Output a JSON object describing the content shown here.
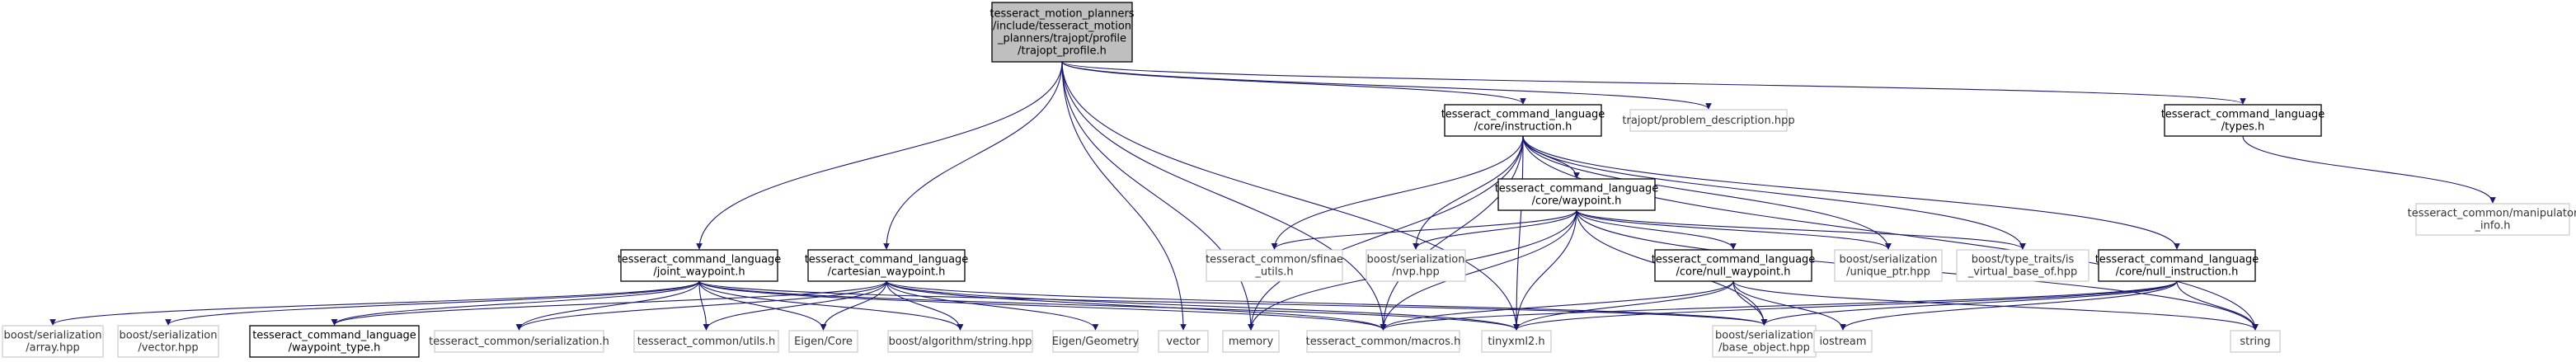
{
  "colors": {
    "edge": "#191970",
    "root_fill": "#bfbfbf",
    "normal_fill": "#ffffff",
    "normal_border": "#000000",
    "external_border": "#bfbfbf",
    "text": "#000000"
  },
  "nodes": [
    {
      "id": "root",
      "style": "root",
      "lines": [
        "tesseract_motion_planners",
        "/include/tesseract_motion",
        "_planners/trajopt/profile",
        "/trajopt_profile.h"
      ]
    },
    {
      "id": "instruction",
      "style": "normal",
      "lines": [
        "tesseract_command_language",
        "/core/instruction.h"
      ]
    },
    {
      "id": "problem_description",
      "style": "external",
      "lines": [
        "trajopt/problem_description.hpp"
      ]
    },
    {
      "id": "types",
      "style": "normal",
      "lines": [
        "tesseract_command_language",
        "/types.h"
      ]
    },
    {
      "id": "manipulator_info",
      "style": "external",
      "lines": [
        "tesseract_common/manipulator",
        "_info.h"
      ]
    },
    {
      "id": "waypoint",
      "style": "normal",
      "lines": [
        "tesseract_command_language",
        "/core/waypoint.h"
      ]
    },
    {
      "id": "sfinae_utils",
      "style": "external",
      "lines": [
        "tesseract_common/sfinae",
        "_utils.h"
      ]
    },
    {
      "id": "nvp",
      "style": "external",
      "lines": [
        "boost/serialization",
        "/nvp.hpp"
      ]
    },
    {
      "id": "joint_waypoint",
      "style": "normal",
      "lines": [
        "tesseract_command_language",
        "/joint_waypoint.h"
      ]
    },
    {
      "id": "cartesian_waypoint",
      "style": "normal",
      "lines": [
        "tesseract_command_language",
        "/cartesian_waypoint.h"
      ]
    },
    {
      "id": "null_waypoint",
      "style": "normal",
      "lines": [
        "tesseract_command_language",
        "/core/null_waypoint.h"
      ]
    },
    {
      "id": "unique_ptr",
      "style": "external",
      "lines": [
        "boost/serialization",
        "/unique_ptr.hpp"
      ]
    },
    {
      "id": "is_virtual_base_of",
      "style": "external",
      "lines": [
        "boost/type_traits/is",
        "_virtual_base_of.hpp"
      ]
    },
    {
      "id": "null_instruction",
      "style": "normal",
      "lines": [
        "tesseract_command_language",
        "/core/null_instruction.h"
      ]
    },
    {
      "id": "array",
      "style": "external",
      "lines": [
        "boost/serialization",
        "/array.hpp"
      ]
    },
    {
      "id": "vector_hpp",
      "style": "external",
      "lines": [
        "boost/serialization",
        "/vector.hpp"
      ]
    },
    {
      "id": "waypoint_type",
      "style": "normal",
      "lines": [
        "tesseract_command_language",
        "/waypoint_type.h"
      ]
    },
    {
      "id": "serialization_h",
      "style": "external",
      "lines": [
        "tesseract_common/serialization.h"
      ]
    },
    {
      "id": "utils_h",
      "style": "external",
      "lines": [
        "tesseract_common/utils.h"
      ]
    },
    {
      "id": "eigen_core",
      "style": "external",
      "lines": [
        "Eigen/Core"
      ]
    },
    {
      "id": "string_hpp",
      "style": "external",
      "lines": [
        "boost/algorithm/string.hpp"
      ]
    },
    {
      "id": "eigen_geometry",
      "style": "external",
      "lines": [
        "Eigen/Geometry"
      ]
    },
    {
      "id": "vector",
      "style": "external",
      "lines": [
        "vector"
      ]
    },
    {
      "id": "memory",
      "style": "external",
      "lines": [
        "memory"
      ]
    },
    {
      "id": "macros_h",
      "style": "external",
      "lines": [
        "tesseract_common/macros.h"
      ]
    },
    {
      "id": "tinyxml2",
      "style": "external",
      "lines": [
        "tinyxml2.h"
      ]
    },
    {
      "id": "base_object",
      "style": "external",
      "lines": [
        "boost/serialization",
        "/base_object.hpp"
      ]
    },
    {
      "id": "iostream",
      "style": "external",
      "lines": [
        "iostream"
      ]
    },
    {
      "id": "string",
      "style": "external",
      "lines": [
        "string"
      ]
    }
  ],
  "edges": [
    [
      "root",
      "instruction"
    ],
    [
      "root",
      "problem_description"
    ],
    [
      "root",
      "types"
    ],
    [
      "root",
      "joint_waypoint"
    ],
    [
      "root",
      "cartesian_waypoint"
    ],
    [
      "root",
      "vector"
    ],
    [
      "root",
      "memory"
    ],
    [
      "root",
      "macros_h"
    ],
    [
      "root",
      "tinyxml2"
    ],
    [
      "instruction",
      "waypoint"
    ],
    [
      "instruction",
      "sfinae_utils"
    ],
    [
      "instruction",
      "nvp"
    ],
    [
      "instruction",
      "null_instruction"
    ],
    [
      "instruction",
      "unique_ptr"
    ],
    [
      "instruction",
      "is_virtual_base_of"
    ],
    [
      "instruction",
      "string"
    ],
    [
      "instruction",
      "memory"
    ],
    [
      "instruction",
      "macros_h"
    ],
    [
      "instruction",
      "tinyxml2"
    ],
    [
      "types",
      "manipulator_info"
    ],
    [
      "waypoint",
      "null_waypoint"
    ],
    [
      "waypoint",
      "sfinae_utils"
    ],
    [
      "waypoint",
      "nvp"
    ],
    [
      "waypoint",
      "unique_ptr"
    ],
    [
      "waypoint",
      "is_virtual_base_of"
    ],
    [
      "waypoint",
      "memory"
    ],
    [
      "waypoint",
      "macros_h"
    ],
    [
      "waypoint",
      "tinyxml2"
    ],
    [
      "waypoint",
      "base_object"
    ],
    [
      "waypoint",
      "string"
    ],
    [
      "null_waypoint",
      "iostream"
    ],
    [
      "null_waypoint",
      "base_object"
    ],
    [
      "null_waypoint",
      "tinyxml2"
    ],
    [
      "null_waypoint",
      "macros_h"
    ],
    [
      "null_waypoint",
      "string"
    ],
    [
      "null_instruction",
      "iostream"
    ],
    [
      "null_instruction",
      "string"
    ],
    [
      "null_instruction",
      "base_object"
    ],
    [
      "null_instruction",
      "tinyxml2"
    ],
    [
      "null_instruction",
      "macros_h"
    ],
    [
      "joint_waypoint",
      "array"
    ],
    [
      "joint_waypoint",
      "vector_hpp"
    ],
    [
      "joint_waypoint",
      "waypoint_type"
    ],
    [
      "joint_waypoint",
      "serialization_h"
    ],
    [
      "joint_waypoint",
      "utils_h"
    ],
    [
      "joint_waypoint",
      "eigen_core"
    ],
    [
      "joint_waypoint",
      "string_hpp"
    ],
    [
      "joint_waypoint",
      "macros_h"
    ],
    [
      "joint_waypoint",
      "tinyxml2"
    ],
    [
      "joint_waypoint",
      "base_object"
    ],
    [
      "cartesian_waypoint",
      "waypoint_type"
    ],
    [
      "cartesian_waypoint",
      "serialization_h"
    ],
    [
      "cartesian_waypoint",
      "utils_h"
    ],
    [
      "cartesian_waypoint",
      "eigen_core"
    ],
    [
      "cartesian_waypoint",
      "string_hpp"
    ],
    [
      "cartesian_waypoint",
      "eigen_geometry"
    ],
    [
      "cartesian_waypoint",
      "macros_h"
    ],
    [
      "cartesian_waypoint",
      "tinyxml2"
    ],
    [
      "cartesian_waypoint",
      "base_object"
    ]
  ]
}
